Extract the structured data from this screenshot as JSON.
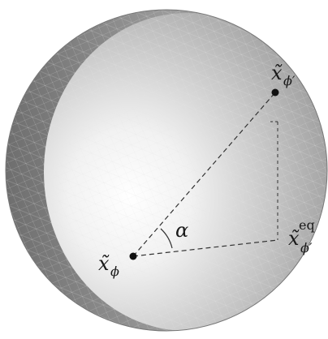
{
  "labels": {
    "point_phi": "x̃",
    "point_phi_sub": "ϕ",
    "point_phi_prime": "x̃",
    "point_phi_prime_sub": "ϕ′",
    "point_eq": "x̃",
    "point_eq_sup": "eq",
    "point_eq_sub": "ϕ′",
    "angle": "α"
  },
  "colors": {
    "sphere_dark": "#7d7d7d",
    "sphere_mid": "#b9b9b9",
    "sphere_light": "#ffffff",
    "mesh": "#d8d8d8",
    "line": "#333333",
    "point": "#111111"
  }
}
